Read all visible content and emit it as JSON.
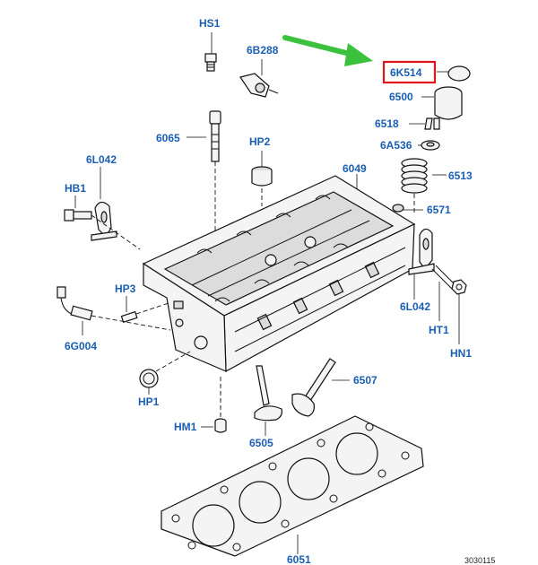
{
  "labels": {
    "hs1": "HS1",
    "b6288": "6B288",
    "k6514": "6K514",
    "p6500": "6500",
    "p6518": "6518",
    "a6536": "6A536",
    "p6513": "6513",
    "p6571": "6571",
    "p6065": "6065",
    "hp2": "HP2",
    "p6049": "6049",
    "l6042_left": "6L042",
    "hb1": "HB1",
    "hp3": "HP3",
    "g6004": "6G004",
    "l6042_right": "6L042",
    "ht1": "HT1",
    "hn1": "HN1",
    "p6507": "6507",
    "hp1": "HP1",
    "hm1": "HM1",
    "p6505": "6505",
    "p6051": "6051",
    "ref_code": "3030115"
  },
  "highlight": {
    "label": "6K514",
    "box_color": "#e0151b"
  },
  "arrow": {
    "color": "#3cc13c",
    "points_to": "6K514"
  },
  "colors": {
    "label": "#1a5fb4",
    "line": "#111111"
  }
}
